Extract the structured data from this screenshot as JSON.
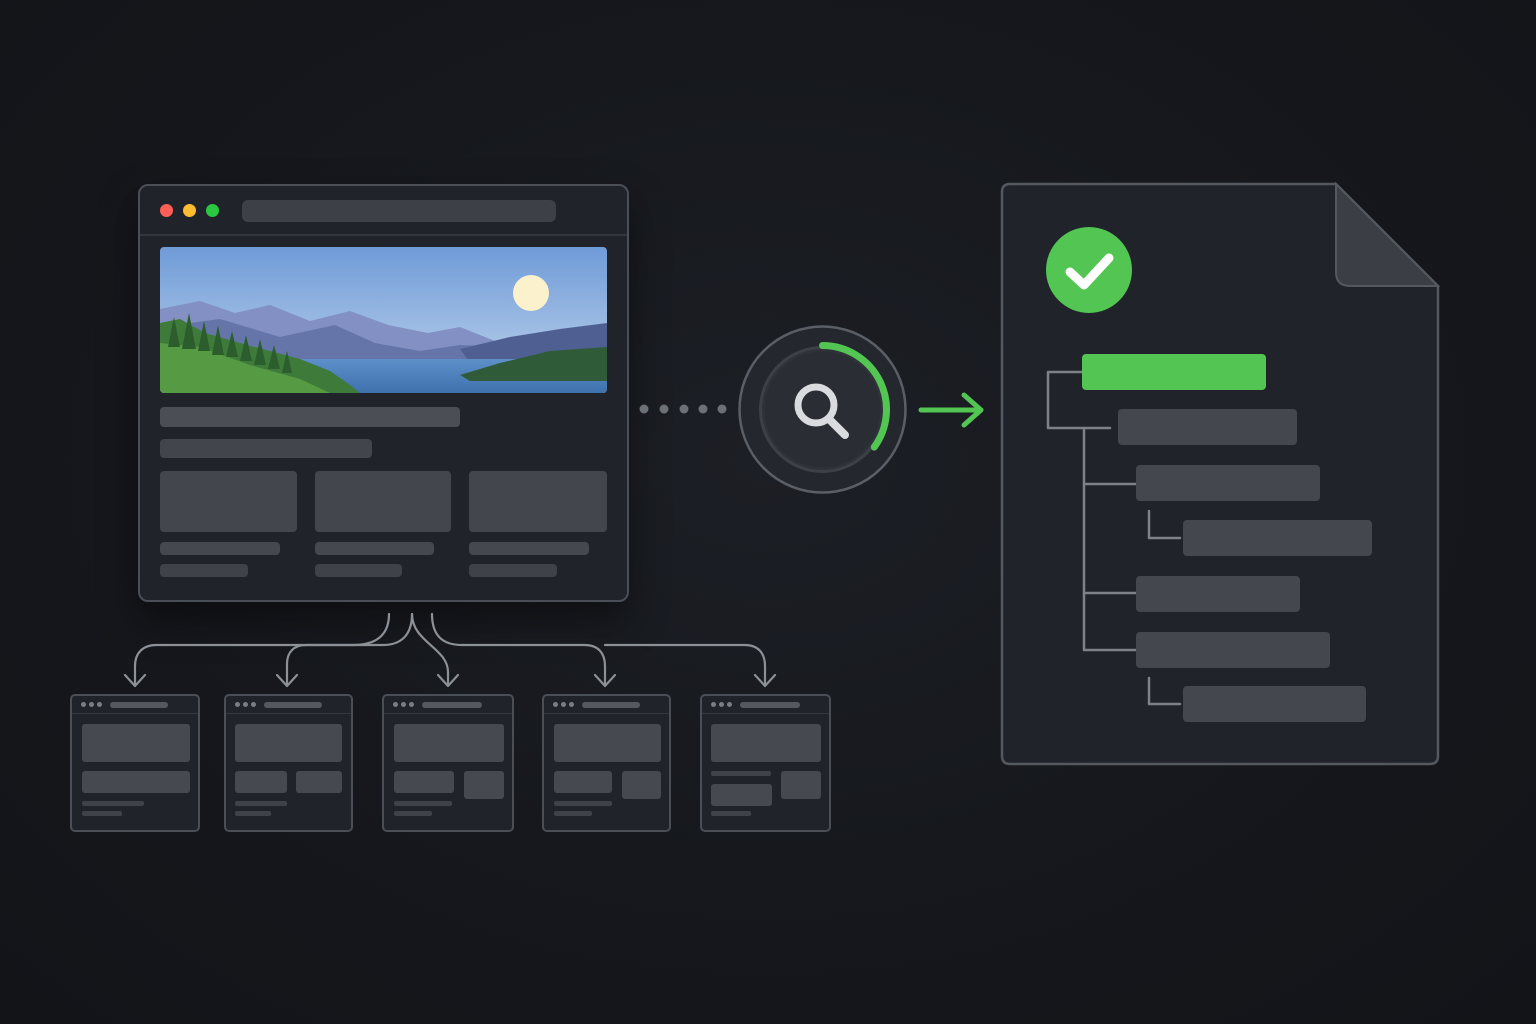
{
  "colors": {
    "accent_green": "#52c552",
    "window_bg": "#202329",
    "window_border": "#4a4e56",
    "traffic_red": "#ff5f57",
    "traffic_yellow": "#febc2e",
    "traffic_green": "#28c840"
  },
  "icons": {
    "traffic_lights": [
      "close-dot",
      "minimize-dot",
      "maximize-dot"
    ],
    "scanner": "search-icon",
    "status": "check-circle-icon",
    "arrow": "arrow-right-icon",
    "document": "document-icon"
  },
  "scan": {
    "progress_fraction": 0.35
  },
  "children": {
    "count_shown": 5
  }
}
